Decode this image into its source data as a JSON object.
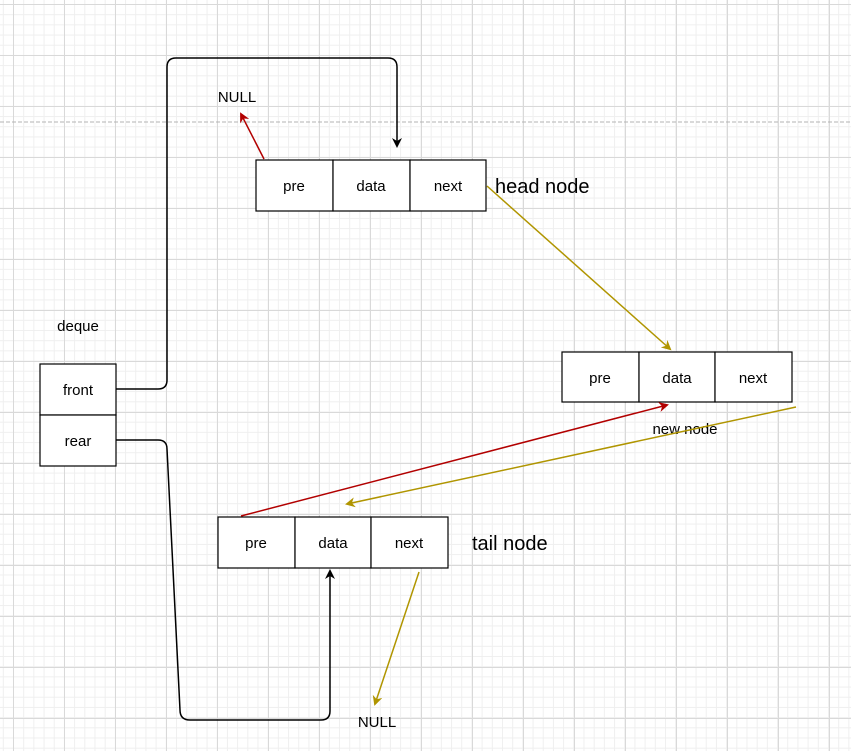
{
  "diagram": {
    "deque": {
      "label": "deque",
      "fields": [
        "front",
        "rear"
      ]
    },
    "head_node": {
      "label": "head node",
      "cells": [
        "pre",
        "data",
        "next"
      ]
    },
    "new_node": {
      "label": "new node",
      "cells": [
        "pre",
        "data",
        "next"
      ]
    },
    "tail_node": {
      "label": "tail node",
      "cells": [
        "pre",
        "data",
        "next"
      ]
    },
    "null_top": "NULL",
    "null_bottom": "NULL",
    "colors": {
      "outline": "#000000",
      "pointer_red": "#b20000",
      "pointer_gold": "#b09500",
      "dashed_line": "#b3b3b3"
    }
  }
}
